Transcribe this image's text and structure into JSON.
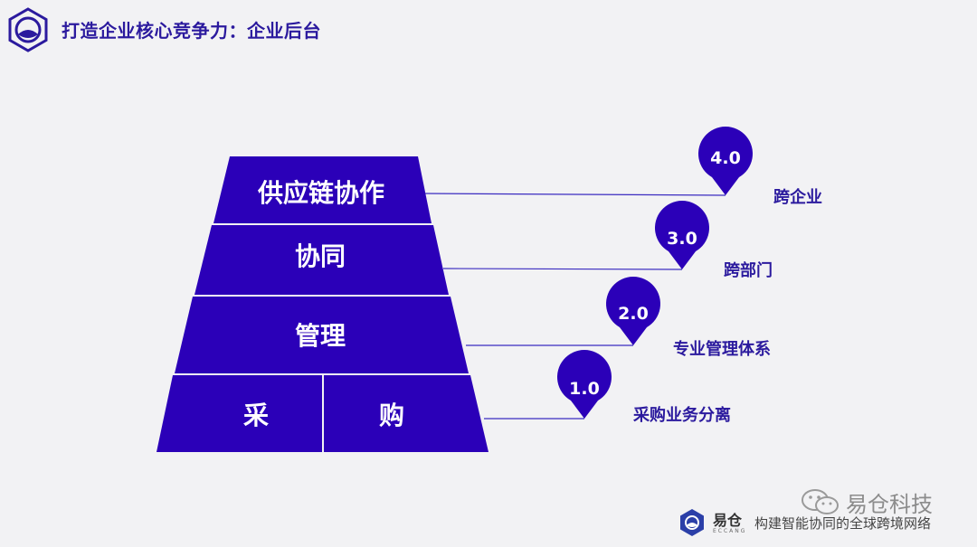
{
  "header": {
    "title": "打造企业核心竞争力：企业后台"
  },
  "pyramid": {
    "layers": [
      {
        "label": "供应链协作"
      },
      {
        "label": "协同"
      },
      {
        "label": "管理"
      }
    ],
    "base": {
      "left_label": "采",
      "right_label": "购"
    }
  },
  "stages": [
    {
      "value": "4.0",
      "label": "跨企业"
    },
    {
      "value": "3.0",
      "label": "跨部门"
    },
    {
      "value": "2.0",
      "label": "专业管理体系"
    },
    {
      "value": "1.0",
      "label": "采购业务分离"
    }
  ],
  "footer": {
    "wechat_name": "易仓科技",
    "brand_name": "易仓",
    "brand_en": "ECCANG",
    "slogan": "构建智能协同的全球跨境网络"
  },
  "colors": {
    "primary": "#2b00b8",
    "title": "#2b1a9e",
    "background": "#f2f2f4"
  }
}
